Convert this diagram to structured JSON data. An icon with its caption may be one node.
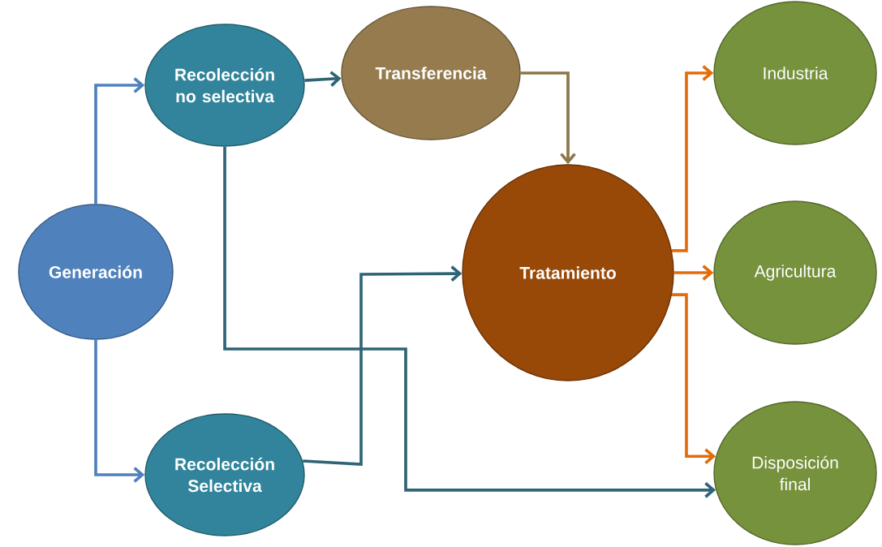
{
  "diagram": {
    "nodes": [
      {
        "text": [
          "Generación"
        ]
      },
      {
        "text": [
          "Recolección no selectiva"
        ]
      },
      {
        "text": [
          "Recolección Selectiva"
        ]
      },
      {
        "text": [
          "Transferencia"
        ]
      },
      {
        "text": [
          "Tratamiento"
        ]
      },
      {
        "text": [
          "Industria"
        ]
      },
      {
        "text": [
          "Agricultura"
        ]
      },
      {
        "text": [
          "Disposición final"
        ]
      }
    ],
    "edges": [
      {
        "from": 0,
        "to": 1,
        "arrow": "to",
        "color": "#4f81bd"
      },
      {
        "from": 0,
        "to": 2,
        "arrow": "to",
        "color": "#4f81bd"
      },
      {
        "from": 1,
        "to": 3,
        "arrow": "to",
        "color": "#2e6476"
      },
      {
        "from": 1,
        "to": 7,
        "arrow": "to",
        "color": "#2e6476"
      },
      {
        "from": 2,
        "to": 4,
        "arrow": "to",
        "color": "#2e6476"
      },
      {
        "from": 3,
        "to": 4,
        "arrow": "to",
        "color": "#8c7648"
      },
      {
        "from": 4,
        "to": 5,
        "arrow": "to",
        "color": "#e36c0a"
      },
      {
        "from": 4,
        "to": 6,
        "arrow": "to",
        "color": "#e36c0a"
      },
      {
        "from": 4,
        "to": 7,
        "arrow": "to",
        "color": "#e36c0a"
      }
    ]
  }
}
